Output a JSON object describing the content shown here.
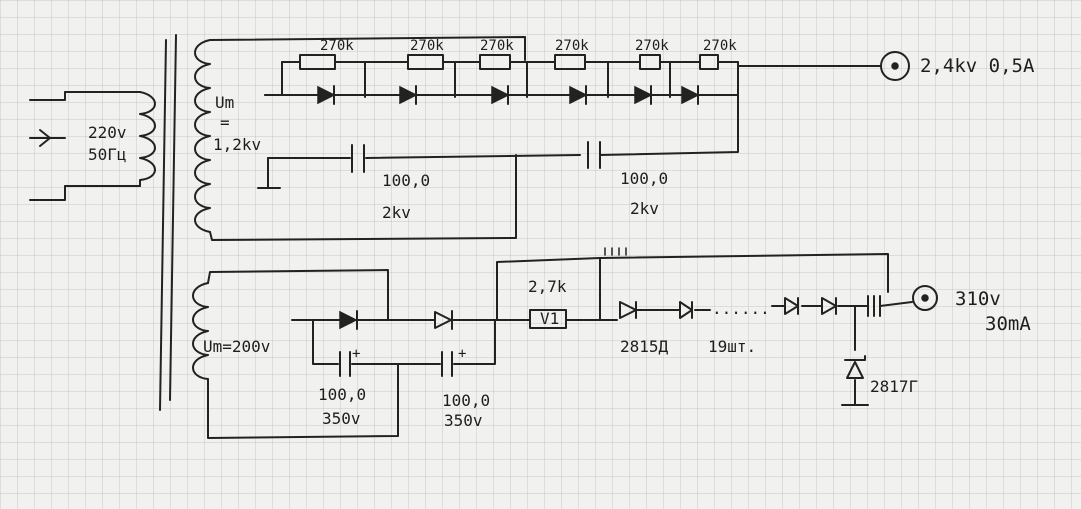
{
  "primary": {
    "voltage": "220v",
    "freq": "50Гц"
  },
  "hv_section": {
    "winding_label": "Um",
    "winding_eq": "=",
    "winding_value": "1,2kv",
    "resistors": [
      "270k",
      "270k",
      "270k",
      "270k",
      "270k",
      "270k"
    ],
    "cap1": {
      "value": "100,0",
      "voltage": "2kv"
    },
    "cap2": {
      "value": "100,0",
      "voltage": "2kv"
    },
    "output": "2,4kv 0,5A"
  },
  "lv_section": {
    "winding_label": "Um=200v",
    "cap1": {
      "value": "100,0",
      "voltage": "350v",
      "polarity": "+"
    },
    "cap2": {
      "value": "100,0",
      "voltage": "350v",
      "polarity": "+"
    },
    "resistor": "2,7k",
    "resistor_label": "V1",
    "zener_type": "2815Д",
    "zener_count": "19шт.",
    "dots": "......",
    "ref_diode": "2817Г",
    "output_voltage": "310v",
    "output_current": "30mA"
  }
}
